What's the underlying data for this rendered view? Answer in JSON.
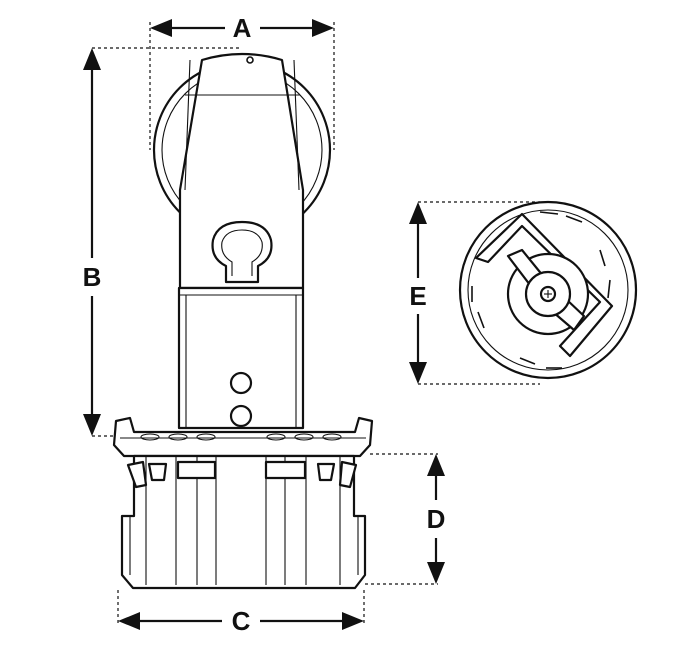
{
  "dimensions": {
    "a": "A",
    "b": "B",
    "c": "C",
    "d": "D",
    "e": "E"
  },
  "colors": {
    "line": "#111111",
    "background": "#ffffff"
  }
}
